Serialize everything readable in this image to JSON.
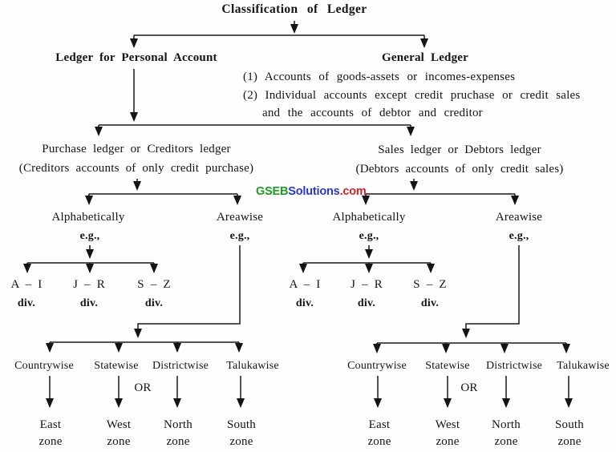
{
  "page": {
    "background": "#ffffff",
    "ink_color": "#141414"
  },
  "title": "Classification of Ledger",
  "personal_ledger": {
    "label": "Ledger for Personal Account"
  },
  "general_ledger": {
    "label": "General Ledger",
    "note_1": "(1) Accounts of goods-assets or incomes-expenses",
    "note_2": "(2) Individual accounts except credit pruchase or credit sales",
    "note_3": "and the accounts of debtor and creditor"
  },
  "purchase_ledger": {
    "title": "Purchase ledger or Creditors ledger",
    "subtitle": "(Creditors accounts of only credit purchase)",
    "alphabetically": {
      "label": "Alphabetically",
      "example_marker": "e.g.,",
      "divisions": [
        {
          "range": "A – I",
          "caption": "div."
        },
        {
          "range": "J – R",
          "caption": "div."
        },
        {
          "range": "S – Z",
          "caption": "div."
        }
      ]
    },
    "areawise": {
      "label": "Areawise",
      "example_marker": "e.g.,",
      "types": [
        "Countrywise",
        "Statewise",
        "Districtwise",
        "Talukawise"
      ],
      "or_label": "OR",
      "zones": [
        {
          "name": "East",
          "unit": "zone"
        },
        {
          "name": "West",
          "unit": "zone"
        },
        {
          "name": "North",
          "unit": "zone"
        },
        {
          "name": "South",
          "unit": "zone"
        }
      ]
    }
  },
  "sales_ledger": {
    "title": "Sales ledger or Debtors ledger",
    "subtitle": "(Debtors accounts of only credit sales)",
    "alphabetically": {
      "label": "Alphabetically",
      "example_marker": "e.g.,",
      "divisions": [
        {
          "range": "A – I",
          "caption": "div."
        },
        {
          "range": "J – R",
          "caption": "div."
        },
        {
          "range": "S – Z",
          "caption": "div."
        }
      ]
    },
    "areawise": {
      "label": "Areawise",
      "example_marker": "e.g.,",
      "types": [
        "Countrywise",
        "Statewise",
        "Districtwise",
        "Talukawise"
      ],
      "or_label": "OR",
      "zones": [
        {
          "name": "East",
          "unit": "zone"
        },
        {
          "name": "West",
          "unit": "zone"
        },
        {
          "name": "North",
          "unit": "zone"
        },
        {
          "name": "South",
          "unit": "zone"
        }
      ]
    }
  },
  "watermark": {
    "brand": "GSEB",
    "brand_color": "#1e9e1e",
    "name": "Solutions",
    "name_color": "#2b35d6",
    "tld": ".com",
    "tld_color": "#d32222"
  }
}
